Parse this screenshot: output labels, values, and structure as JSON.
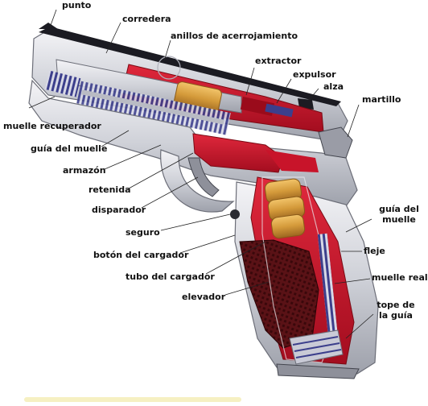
{
  "diagram": {
    "colors": {
      "section_red": "#c8142a",
      "dark_red": "#7a0a14",
      "metal_light": "#e8e8ec",
      "metal_mid": "#b9bbc4",
      "metal_dark": "#6c6e78",
      "spring_blue": "#3c3f8c",
      "brass": "#d49a3a",
      "grip_dark": "#4a0d10",
      "leader": "#222222"
    },
    "labels": {
      "punto": "punto",
      "corredera": "corredera",
      "anillos": "anillos de acerrojamiento",
      "extractor": "extractor",
      "expulsor": "expulsor",
      "alza": "alza",
      "martillo": "martillo",
      "muelle_recuperador": "muelle recuperador",
      "guia_del_muelle": "guía del muelle",
      "armazon": "armazón",
      "retenida": "retenida",
      "disparador": "disparador",
      "seguro": "seguro",
      "boton_cargador": "botón del cargador",
      "tubo_cargador": "tubo del cargador",
      "elevador": "elevador",
      "guia_muelle_right_1": "guía del",
      "guia_muelle_right_2": "muelle",
      "fleje": "fleje",
      "muelle_real": "muelle real",
      "tope_1": "tope de",
      "tope_2": "la guía"
    }
  }
}
